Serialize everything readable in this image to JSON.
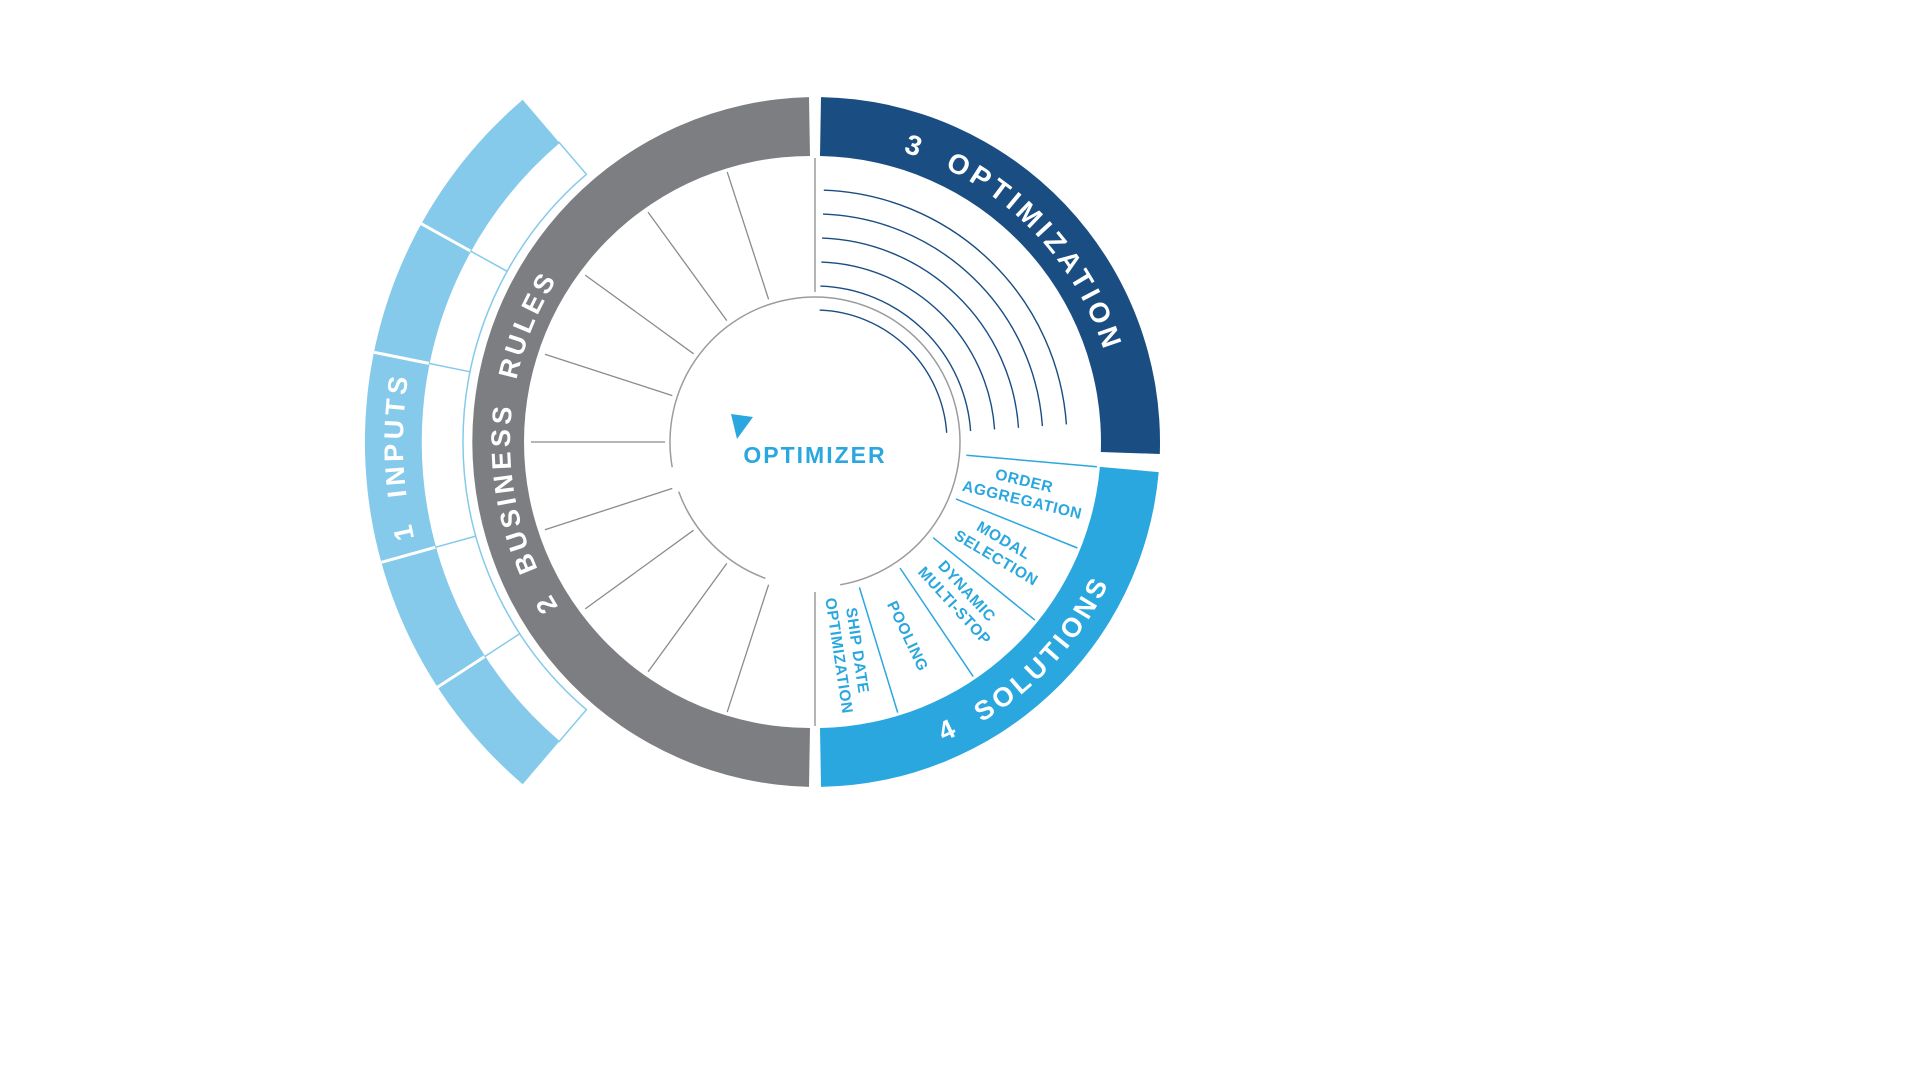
{
  "wheel": {
    "center_label": "OPTIMIZER",
    "sections": [
      {
        "id": "inputs",
        "label": "1 INPUTS",
        "color": "#85CAEB"
      },
      {
        "id": "business-rules",
        "label": "2 BUSINESS RULES",
        "color": "#7D7E81"
      },
      {
        "id": "optimization",
        "label": "3 OPTIMIZATION",
        "color": "#1A4D82"
      },
      {
        "id": "solutions",
        "label": "4 SOLUTIONS",
        "color": "#2BA7DF"
      }
    ],
    "solution_items": [
      {
        "lines": [
          "ORDER",
          "AGGREGATION"
        ]
      },
      {
        "lines": [
          "MODAL",
          "SELECTION"
        ]
      },
      {
        "lines": [
          "DYNAMIC",
          "MULTI-STOP"
        ]
      },
      {
        "lines": [
          "POOLING"
        ]
      },
      {
        "lines": [
          "SHIP DATE",
          "OPTIMIZATION"
        ]
      }
    ],
    "colors": {
      "light_blue": "#85CAEB",
      "gray": "#7D7E81",
      "navy": "#1A4D82",
      "bright_blue": "#2BA7DF",
      "spoke_gray": "#8A8B8E",
      "inner_circle_gray": "#9B9C9E",
      "background": "#FFFFFF"
    }
  }
}
